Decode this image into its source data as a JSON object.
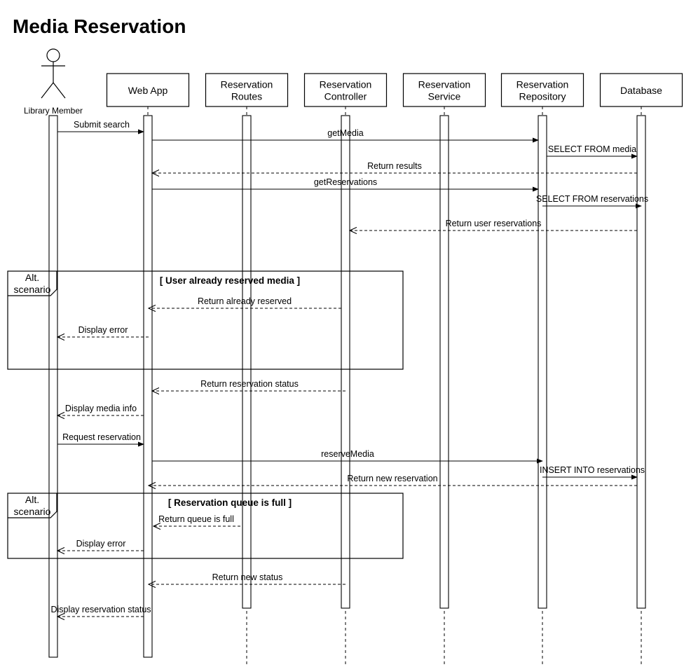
{
  "title": "Media Reservation",
  "actor": {
    "label": "Library Member"
  },
  "participants": [
    {
      "id": "webapp",
      "lines": [
        "Web App"
      ]
    },
    {
      "id": "routes",
      "lines": [
        "Reservation",
        "Routes"
      ]
    },
    {
      "id": "controller",
      "lines": [
        "Reservation",
        "Controller"
      ]
    },
    {
      "id": "service",
      "lines": [
        "Reservation",
        "Service"
      ]
    },
    {
      "id": "repository",
      "lines": [
        "Reservation",
        "Repository"
      ]
    },
    {
      "id": "database",
      "lines": [
        "Database"
      ]
    }
  ],
  "messages": [
    {
      "label": "Submit search",
      "from": "member",
      "to": "webapp",
      "style": "sync"
    },
    {
      "label": "getMedia",
      "from": "webapp",
      "to": "repository",
      "style": "sync"
    },
    {
      "label": "SELECT FROM media",
      "from": "repository",
      "to": "database",
      "style": "sync"
    },
    {
      "label": "Return results",
      "from": "database",
      "to": "webapp",
      "style": "return"
    },
    {
      "label": "getReservations",
      "from": "webapp",
      "to": "repository",
      "style": "sync"
    },
    {
      "label": "SELECT FROM reservations",
      "from": "repository",
      "to": "database",
      "style": "sync"
    },
    {
      "label": "Return user reservations",
      "from": "database",
      "to": "controller",
      "style": "return"
    },
    {
      "label": "Return already reserved",
      "from": "controller",
      "to": "webapp",
      "style": "return"
    },
    {
      "label": "Display error",
      "from": "webapp",
      "to": "member",
      "style": "return"
    },
    {
      "label": "Return reservation status",
      "from": "controller",
      "to": "webapp",
      "style": "return"
    },
    {
      "label": "Display media info",
      "from": "webapp",
      "to": "member",
      "style": "return"
    },
    {
      "label": "Request reservation",
      "from": "member",
      "to": "webapp",
      "style": "sync"
    },
    {
      "label": "reserveMedia",
      "from": "webapp",
      "to": "repository",
      "style": "sync"
    },
    {
      "label": "INSERT INTO reservations",
      "from": "repository",
      "to": "database",
      "style": "sync"
    },
    {
      "label": "Return new reservation",
      "from": "database",
      "to": "webapp",
      "style": "return"
    },
    {
      "label": "Return queue is full",
      "from": "routes",
      "to": "webapp",
      "style": "return"
    },
    {
      "label": "Display error",
      "from": "webapp",
      "to": "member",
      "style": "return"
    },
    {
      "label": "Return new status",
      "from": "controller",
      "to": "webapp",
      "style": "return"
    },
    {
      "label": "Display reservation status",
      "from": "webapp",
      "to": "member",
      "style": "return"
    }
  ],
  "fragments": [
    {
      "tag_lines": [
        "Alt.",
        "scenario"
      ],
      "condition": "[ User already reserved media ]"
    },
    {
      "tag_lines": [
        "Alt.",
        "scenario"
      ],
      "condition": "[ Reservation queue is full ]"
    }
  ]
}
